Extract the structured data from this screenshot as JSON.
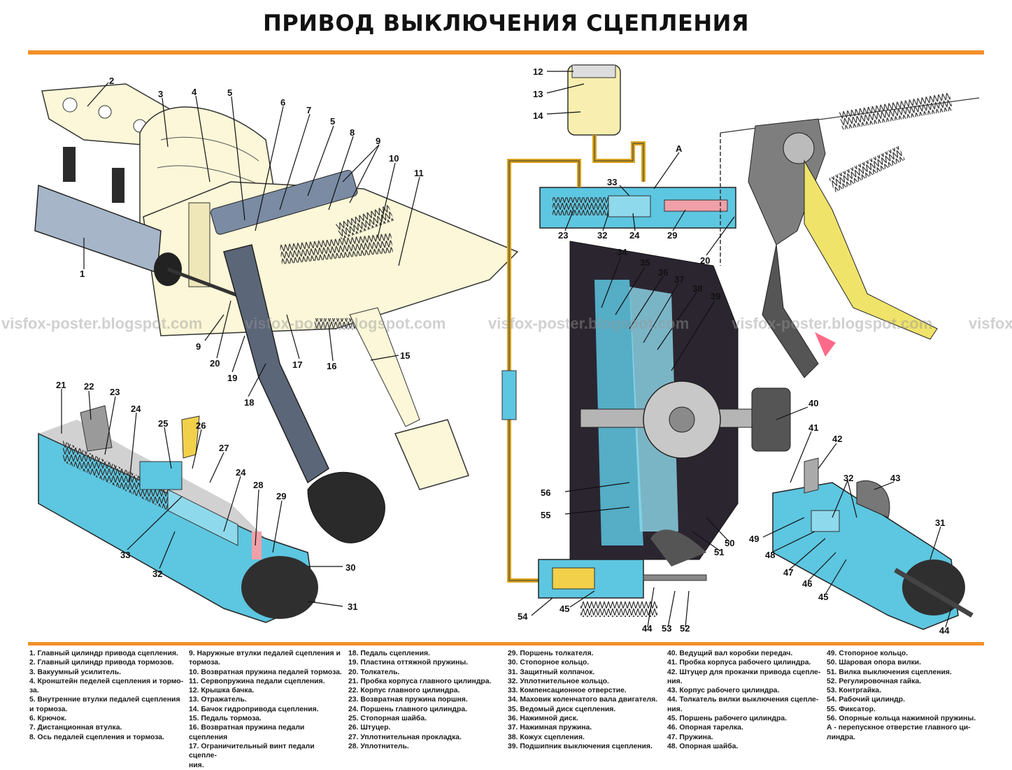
{
  "title": "ПРИВОД ВЫКЛЮЧЕНИЯ СЦЕПЛЕНИЯ",
  "watermark": "visfox-poster.blogspot.com",
  "watermark_partial": "visfox",
  "callouts": {
    "n1": "1",
    "n2": "2",
    "n3": "3",
    "n4": "4",
    "n5a": "5",
    "n5b": "5",
    "n6": "6",
    "n7": "7",
    "n8": "8",
    "n9a": "9",
    "n9b": "9",
    "n10": "10",
    "n11": "11",
    "n12": "12",
    "n13": "13",
    "n14": "14",
    "n15": "15",
    "n16": "16",
    "n17": "17",
    "n18": "18",
    "n19": "19",
    "n20a": "20",
    "n20b": "20",
    "n21": "21",
    "n22": "22",
    "n23a": "23",
    "n23b": "23",
    "n24a": "24",
    "n24b": "24",
    "n24c": "24",
    "n25": "25",
    "n26": "26",
    "n27": "27",
    "n28": "28",
    "n29a": "29",
    "n29b": "29",
    "n30": "30",
    "n31a": "31",
    "n31b": "31",
    "n32a": "32",
    "n32b": "32",
    "n32c": "32",
    "n33a": "33",
    "n33b": "33",
    "nA": "А",
    "n34": "34",
    "n35": "35",
    "n36": "36",
    "n37": "37",
    "n38": "38",
    "n39": "39",
    "n40": "40",
    "n41": "41",
    "n42": "42",
    "n43": "43",
    "n44a": "44",
    "n44b": "44",
    "n45a": "45",
    "n45b": "45",
    "n46": "46",
    "n47": "47",
    "n48": "48",
    "n49": "49",
    "n50": "50",
    "n51": "51",
    "n52": "52",
    "n53": "53",
    "n54": "54",
    "n55": "55",
    "n56": "56"
  },
  "legend": {
    "col1": [
      "1. Главный цилиндр привода сцепления.",
      "2. Главный цилиндр привода тормозов.",
      "3. Вакуумный усилитель.",
      "4. Кронштейн педелей сцепления и тормо-",
      "за.",
      "5. Внутренние втулки педалей сцепления",
      "и тормоза.",
      "6. Крючок.",
      "7. Дистанционная втулка.",
      "8. Ось педалей сцепления и тормоза."
    ],
    "col2": [
      "9. Наружные втулки педалей сцепления и",
      "тормоза.",
      "10. Возвратная пружина педалей тормоза.",
      "11. Сервопружина педали сцепления.",
      "12. Крышка бачка.",
      "13. Отражатель.",
      "14. Бачок гидропривода сцепления.",
      "15. Педаль тормоза.",
      "16. Возвратная пружина педали сцепления",
      "17. Ограничительный винт педали сцепле-",
      "ния."
    ],
    "col3": [
      "18. Педаль сцепления.",
      "19. Пластина оттяжной пружины.",
      "20. Толкатель.",
      "21. Пробка корпуса главного цилиндра.",
      "22. Корпус главного цилиндра.",
      "23. Возвратная пружина поршня.",
      "24. Поршень главного цилиндра.",
      "25. Стопорная шайба.",
      "26. Штуцер.",
      "27. Уплотнительная прокладка.",
      "28. Уплотнитель."
    ],
    "col4": [
      "29. Поршень толкателя.",
      "30. Стопорное кольцо.",
      "31. Защитный колпачок.",
      "32. Уплотнительное кольцо.",
      "33. Компенсационное отверстие.",
      "34. Маховик коленчатого вала двигателя.",
      "35. Ведомый диск сцепления.",
      "36. Нажимной диск.",
      "37. Нажимная пружина.",
      "38. Кожух сцепления.",
      "39. Подшипник выключения сцепления."
    ],
    "col5": [
      "40. Ведущий вал коробки передач.",
      "41. Пробка корпуса рабочего цилиндра.",
      "42. Штуцер для прокачки привода сцепле-",
      "ния.",
      "43. Корпус рабочего цилиндра.",
      "44. Толкатель вилки выключения сцепле-",
      "ния.",
      "45. Поршень рабочего цилиндра.",
      "46. Опорная тарелка.",
      "47. Пружина.",
      "48. Опорная шайба."
    ],
    "col6": [
      "49. Стопорное кольцо.",
      "50. Шаровая опора вилки.",
      "51. Вилка выключения сцепления.",
      "52. Регулировочная гайка.",
      "53. Контргайка.",
      "54. Рабочий цилиндр.",
      "55. Фиксатор.",
      "56. Опорные кольца нажимной пружины.",
      "А - перепускное отверстие главного ци-",
      "линдра."
    ]
  }
}
